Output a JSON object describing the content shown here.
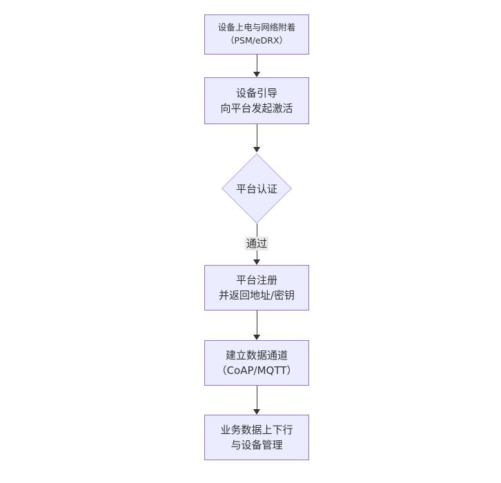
{
  "diagram": {
    "type": "flowchart-top-down",
    "colors": {
      "background": "#ffffff",
      "node_fill": "#ECECFF",
      "node_border": "#9370DB",
      "text": "#333333",
      "edge": "#333333",
      "edge_label_bg": "#e8e8e8"
    },
    "nodes": [
      {
        "id": "n1",
        "shape": "rect",
        "lines": [
          "设备上电与网络附着",
          "（PSM/eDRX）"
        ]
      },
      {
        "id": "n2",
        "shape": "rect",
        "lines": [
          "设备引导",
          "向平台发起激活"
        ]
      },
      {
        "id": "n3",
        "shape": "diamond",
        "lines": [
          "平台认证"
        ]
      },
      {
        "id": "n4",
        "shape": "rect",
        "lines": [
          "平台注册",
          "并返回地址/密钥"
        ]
      },
      {
        "id": "n5",
        "shape": "rect",
        "lines": [
          "建立数据通道",
          "（CoAP/MQTT）"
        ]
      },
      {
        "id": "n6",
        "shape": "rect",
        "lines": [
          "业务数据上下行",
          "与设备管理"
        ]
      }
    ],
    "edges": [
      {
        "from": "n1",
        "to": "n2",
        "label": ""
      },
      {
        "from": "n2",
        "to": "n3",
        "label": ""
      },
      {
        "from": "n3",
        "to": "n4",
        "label": "通过"
      },
      {
        "from": "n4",
        "to": "n5",
        "label": ""
      },
      {
        "from": "n5",
        "to": "n6",
        "label": ""
      }
    ]
  }
}
